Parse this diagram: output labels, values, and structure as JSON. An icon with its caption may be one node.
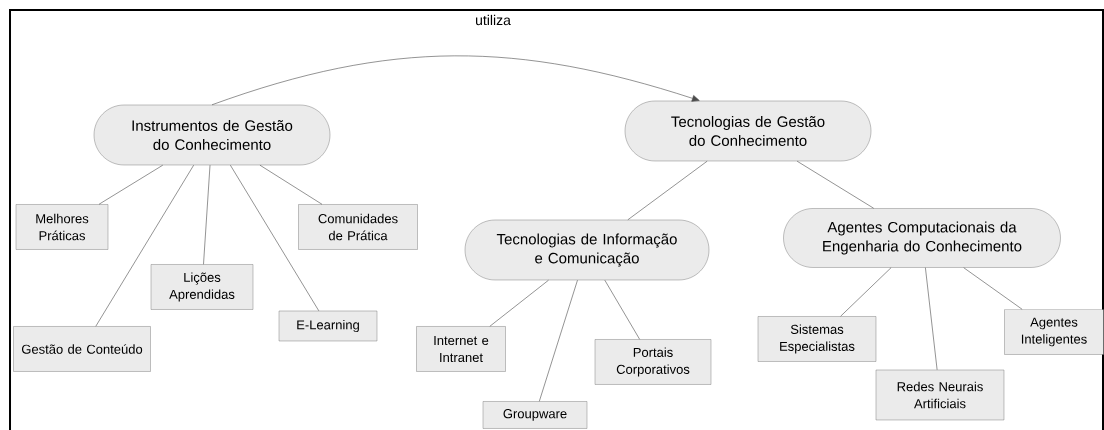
{
  "diagram": {
    "nodes": [
      {
        "text": [
          "Instrumentos de Gestão do Conhecimento"
        ]
      },
      {
        "text": [
          "Melhores Práticas"
        ]
      },
      {
        "text": [
          "Gestão de Conteúdo"
        ]
      },
      {
        "text": [
          "Lições Aprendidas"
        ]
      },
      {
        "text": [
          "E-Learning"
        ]
      },
      {
        "text": [
          "Comunidades de Prática"
        ]
      },
      {
        "text": [
          "Tecnologias de Gestão do Conhecimento"
        ]
      },
      {
        "text": [
          "Tecnologias de Informação e Comunicação"
        ]
      },
      {
        "text": [
          "Agentes Computacionais da Engenharia do Conhecimento"
        ]
      },
      {
        "text": [
          "Internet e Intranet"
        ]
      },
      {
        "text": [
          "Groupware"
        ]
      },
      {
        "text": [
          "Portais Corporativos"
        ]
      },
      {
        "text": [
          "Sistemas Especialistas"
        ]
      },
      {
        "text": [
          "Redes Neurais Artificiais"
        ]
      },
      {
        "text": [
          "Agentes Inteligentes"
        ]
      }
    ],
    "edges": [
      {
        "from": 0,
        "to": 6,
        "arrow": "to",
        "label": "utiliza"
      },
      {
        "from": 0,
        "to": 1,
        "arrow": "none"
      },
      {
        "from": 0,
        "to": 2,
        "arrow": "none"
      },
      {
        "from": 0,
        "to": 3,
        "arrow": "none"
      },
      {
        "from": 0,
        "to": 4,
        "arrow": "none"
      },
      {
        "from": 0,
        "to": 5,
        "arrow": "none"
      },
      {
        "from": 6,
        "to": 7,
        "arrow": "none"
      },
      {
        "from": 6,
        "to": 8,
        "arrow": "none"
      },
      {
        "from": 7,
        "to": 9,
        "arrow": "none"
      },
      {
        "from": 7,
        "to": 10,
        "arrow": "none"
      },
      {
        "from": 7,
        "to": 11,
        "arrow": "none"
      },
      {
        "from": 8,
        "to": 12,
        "arrow": "none"
      },
      {
        "from": 8,
        "to": 13,
        "arrow": "none"
      },
      {
        "from": 8,
        "to": 14,
        "arrow": "none"
      }
    ]
  }
}
